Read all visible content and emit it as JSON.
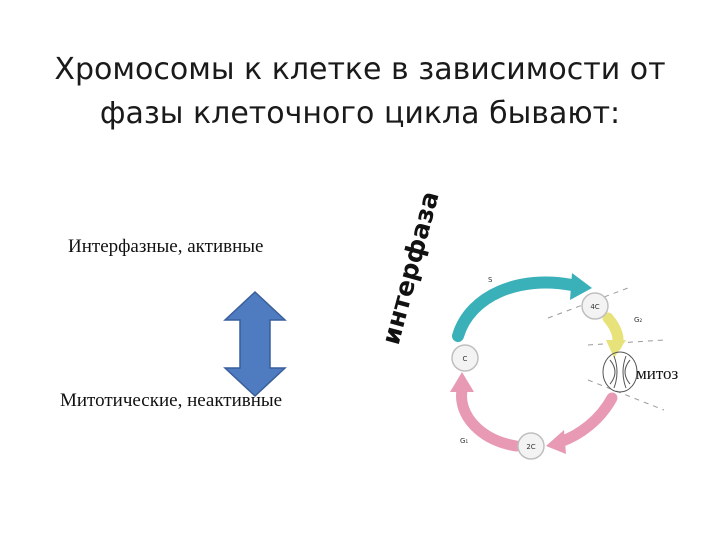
{
  "title": {
    "line1": "Хромосомы к клетке в зависимости от",
    "line2": "фазы клеточного цикла бывают:"
  },
  "labels": {
    "interphase_active": "Интерфазные, активные",
    "mitotic_inactive": "Митотические, неактивные",
    "interphase_word": "интерфаза",
    "mitosis_word": "митоз"
  },
  "cycle": {
    "s_label": "S",
    "g2_label": "G₂",
    "g1_label": "G₁",
    "c_label": "C",
    "four_c_label": "4C",
    "two_c_label": "2C"
  },
  "colors": {
    "arrow_fill": "#4f7bc0",
    "arrow_stroke": "#3a5f9a",
    "s_arc": "#3ab0b8",
    "g2_arc": "#e7e37a",
    "g1_arc": "#e899b4",
    "node_fill": "#f3f3f3"
  }
}
